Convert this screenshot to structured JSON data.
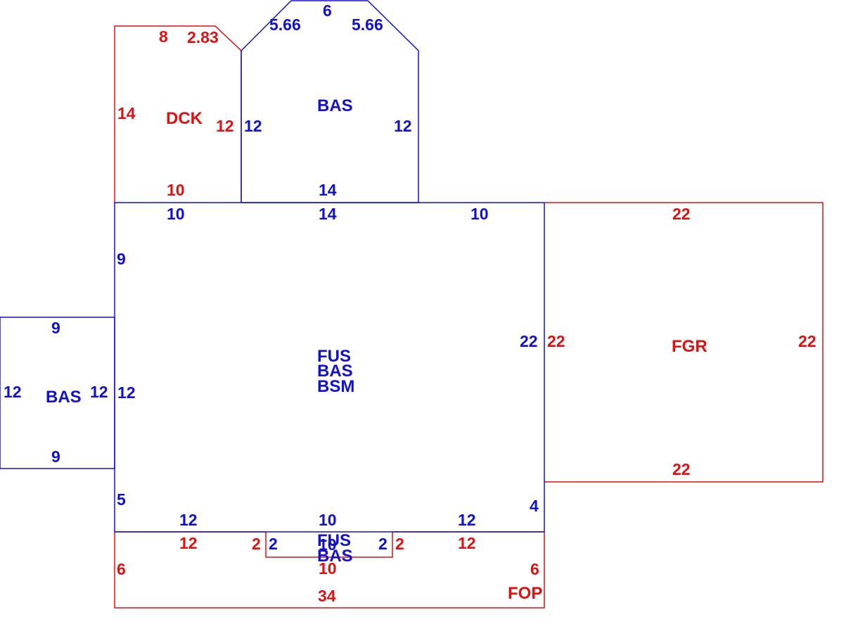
{
  "colors": {
    "blue": "#1111cc",
    "red": "#dd1111"
  },
  "areas": {
    "dck": {
      "code": "DCK",
      "dims": [
        "8",
        "2.83",
        "14",
        "12",
        "10"
      ]
    },
    "bas_top": {
      "code": "BAS",
      "dims": [
        "6",
        "5.66",
        "5.66",
        "12",
        "12",
        "14"
      ]
    },
    "main": {
      "codes": [
        "FUS",
        "BAS",
        "BSM"
      ],
      "dims": [
        "10",
        "14",
        "10",
        "9",
        "12",
        "5",
        "22",
        "4",
        "12",
        "10",
        "12"
      ]
    },
    "bas_left": {
      "code": "BAS",
      "dims": [
        "9",
        "9",
        "12",
        "12"
      ]
    },
    "fgr": {
      "code": "FGR",
      "dims": [
        "22",
        "22",
        "22",
        "22"
      ]
    },
    "fop": {
      "code": "FOP",
      "dims": [
        "12",
        "2",
        "10",
        "2",
        "12",
        "6",
        "6",
        "34"
      ]
    },
    "bay": {
      "codes": [
        "FUS",
        "BAS"
      ],
      "dims": [
        "2",
        "2",
        "10"
      ]
    }
  }
}
